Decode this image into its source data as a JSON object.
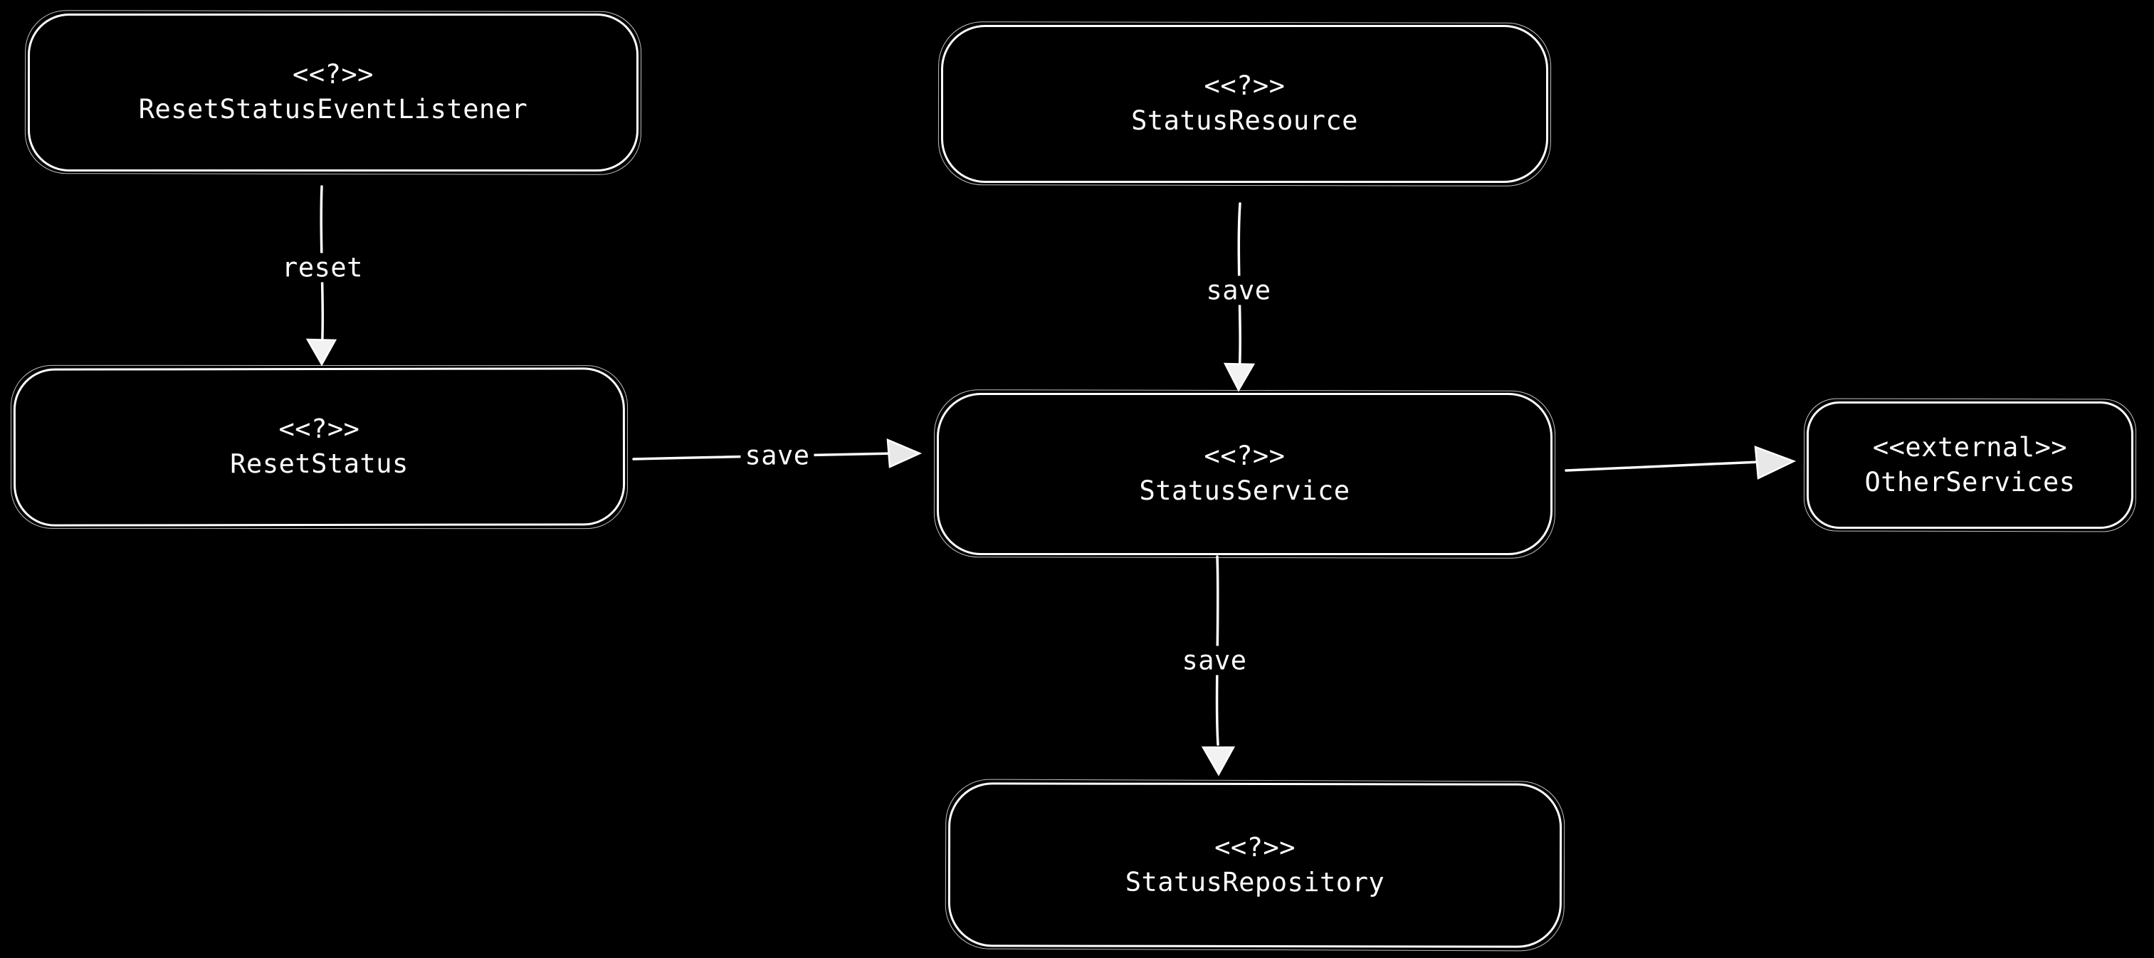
{
  "diagram": {
    "background_color": "#000000",
    "stroke_color": "#ffffff",
    "nodes": [
      {
        "stereotype": "<<?>>",
        "name": "ResetStatusEventListener"
      },
      {
        "stereotype": "<<?>>",
        "name": "StatusResource"
      },
      {
        "stereotype": "<<?>>",
        "name": "ResetStatus"
      },
      {
        "stereotype": "<<?>>",
        "name": "StatusService"
      },
      {
        "stereotype": "<<external>>",
        "name": "OtherServices"
      },
      {
        "stereotype": "<<?>>",
        "name": "StatusRepository"
      }
    ],
    "edges": [
      {
        "from": "ResetStatusEventListener",
        "to": "ResetStatus",
        "label": "reset"
      },
      {
        "from": "StatusResource",
        "to": "StatusService",
        "label": "save"
      },
      {
        "from": "ResetStatus",
        "to": "StatusService",
        "label": "save"
      },
      {
        "from": "StatusService",
        "to": "StatusRepository",
        "label": "save"
      },
      {
        "from": "StatusService",
        "to": "OtherServices",
        "label": ""
      }
    ]
  }
}
